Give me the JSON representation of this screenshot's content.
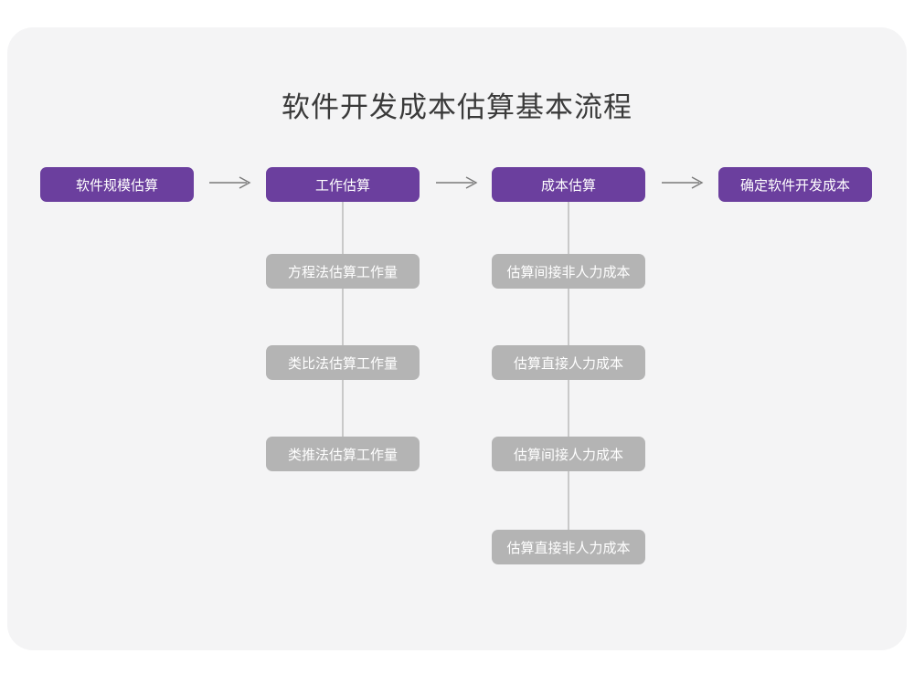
{
  "diagram": {
    "title": "软件开发成本估算基本流程",
    "colors": {
      "page_background": "#ffffff",
      "card_background": "#f4f4f5",
      "primary_node": "#6b3f9e",
      "secondary_node": "#b4b4b4",
      "connector": "#c9c9c9",
      "arrow": "#7a7a7a",
      "title_text": "#3a3a3a",
      "node_text": "#ffffff"
    },
    "main_flow": [
      {
        "label": "软件规模估算"
      },
      {
        "label": "工作估算"
      },
      {
        "label": "成本估算"
      },
      {
        "label": "确定软件开发成本"
      }
    ],
    "arrows": [
      {
        "label": "→"
      },
      {
        "label": "→"
      },
      {
        "label": "→"
      }
    ],
    "branches": [
      {
        "parent": "工作估算",
        "items": [
          {
            "label": "方程法估算工作量"
          },
          {
            "label": "类比法估算工作量"
          },
          {
            "label": "类推法估算工作量"
          }
        ]
      },
      {
        "parent": "成本估算",
        "items": [
          {
            "label": "估算间接非人力成本"
          },
          {
            "label": "估算直接人力成本"
          },
          {
            "label": "估算间接人力成本"
          },
          {
            "label": "估算直接非人力成本"
          }
        ]
      }
    ]
  }
}
